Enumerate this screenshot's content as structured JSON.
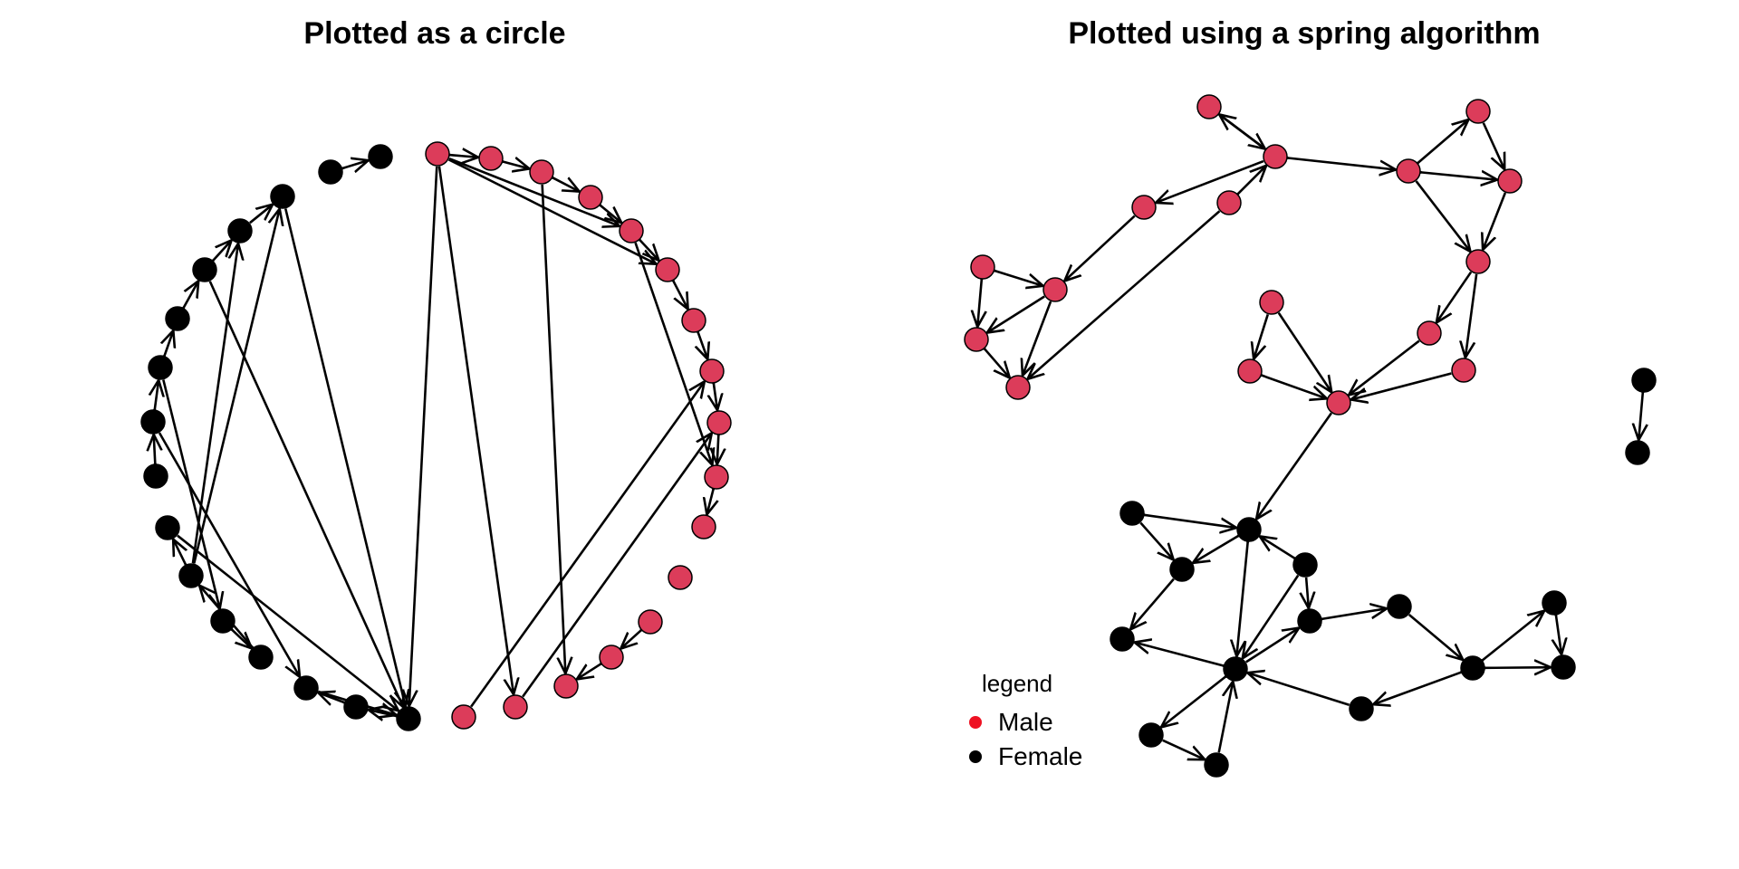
{
  "titles": {
    "left": "Plotted as a circle",
    "right": "Plotted using a spring algorithm"
  },
  "legend": {
    "title": "legend",
    "items": [
      {
        "label": "Male",
        "color": "#ee1122"
      },
      {
        "label": "Female",
        "color": "#000000"
      }
    ]
  },
  "colors": {
    "male_node": "#dc3c5a",
    "female_node": "#000000",
    "edge": "#000000"
  }
}
